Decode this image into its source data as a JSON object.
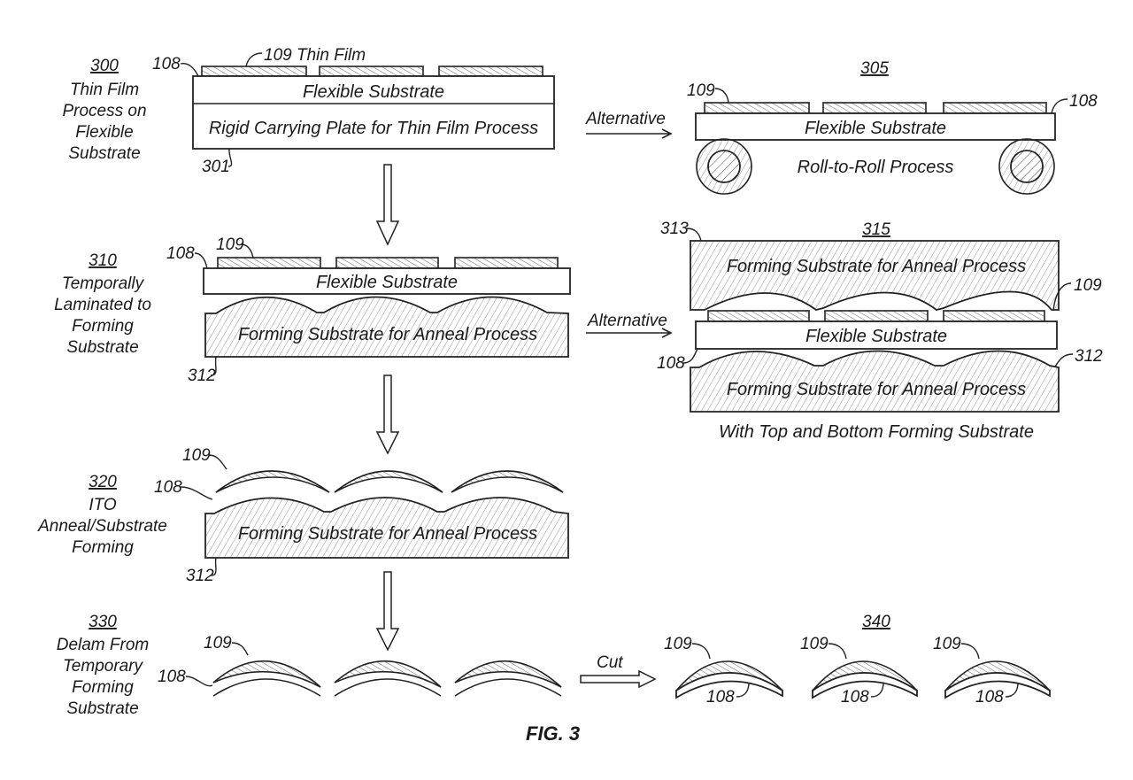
{
  "figure": {
    "title": "FIG. 3",
    "steps": [
      {
        "id": "300",
        "lines": [
          "Thin Film",
          "Process on",
          "Flexible",
          "Substrate"
        ]
      },
      {
        "id": "310",
        "lines": [
          "Temporally",
          "Laminated to",
          "Forming",
          "Substrate"
        ]
      },
      {
        "id": "320",
        "lines": [
          "ITO",
          "Anneal/Substrate",
          "Forming"
        ]
      },
      {
        "id": "330",
        "lines": [
          "Delam From",
          "Temporary",
          "Forming",
          "Substrate"
        ]
      }
    ],
    "alt_views": {
      "roll": {
        "id": "305",
        "caption": "Roll-to-Roll Process"
      },
      "sandwich": {
        "id": "315",
        "caption": "With Top and Bottom Forming Substrate"
      },
      "cut_result": {
        "id": "340"
      }
    },
    "layers": {
      "flexible_substrate": "Flexible Substrate",
      "rigid_plate": "Rigid Carrying Plate for Thin Film Process",
      "forming_substrate": "Forming Substrate for Anneal Process",
      "thin_film_label": "109 Thin Film"
    },
    "arrows": {
      "alternative": "Alternative",
      "cut": "Cut"
    },
    "refs": {
      "r108": "108",
      "r109": "109",
      "r301": "301",
      "r312": "312",
      "r313": "313"
    }
  }
}
